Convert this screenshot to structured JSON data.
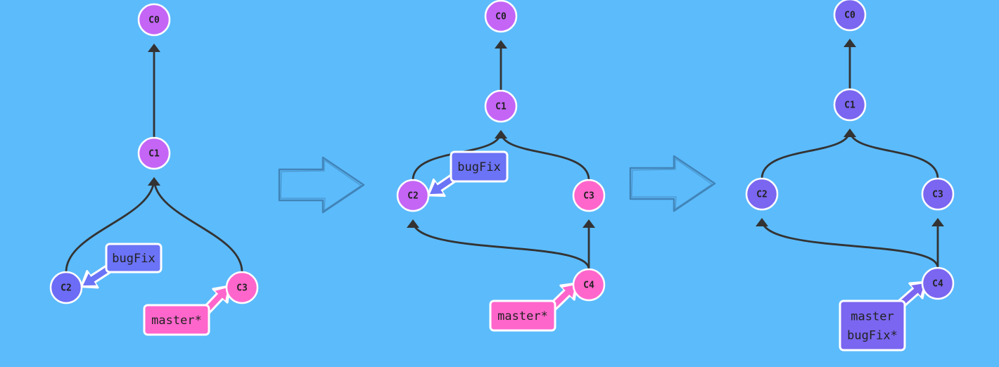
{
  "colors": {
    "background": "#5cbbfb",
    "edge": "#333333",
    "commit_purple": "#c465f6",
    "commit_blue": "#6c6cf6",
    "commit_pink": "#ff66cc",
    "merged_violet": "#7a66f0",
    "branch_blue": "#6b73f6",
    "branch_pink": "#ff66cc",
    "branch_violet": "#7a66f0",
    "arrow_outline": "#3c7aab"
  },
  "icons": [
    "right-arrow-outline-icon"
  ],
  "panels": [
    {
      "commits": [
        {
          "id": "C0",
          "color": "#c465f6"
        },
        {
          "id": "C1",
          "color": "#c465f6"
        },
        {
          "id": "C2",
          "color": "#6c6cf6"
        },
        {
          "id": "C3",
          "color": "#ff66cc"
        }
      ],
      "branches": [
        {
          "lines": [
            "bugFix"
          ],
          "color": "#6b73f6",
          "target": "C2"
        },
        {
          "lines": [
            "master*"
          ],
          "color": "#ff66cc",
          "target": "C3"
        }
      ]
    },
    {
      "commits": [
        {
          "id": "C0",
          "color": "#c465f6"
        },
        {
          "id": "C1",
          "color": "#c465f6"
        },
        {
          "id": "C2",
          "color": "#c465f6"
        },
        {
          "id": "C3",
          "color": "#ff66cc"
        },
        {
          "id": "C4",
          "color": "#ff66cc"
        }
      ],
      "branches": [
        {
          "lines": [
            "bugFix"
          ],
          "color": "#6b73f6",
          "target": "C2"
        },
        {
          "lines": [
            "master*"
          ],
          "color": "#ff66cc",
          "target": "C4"
        }
      ]
    },
    {
      "commits": [
        {
          "id": "C0",
          "color": "#7a66f0"
        },
        {
          "id": "C1",
          "color": "#7a66f0"
        },
        {
          "id": "C2",
          "color": "#7a66f0"
        },
        {
          "id": "C3",
          "color": "#7a66f0"
        },
        {
          "id": "C4",
          "color": "#7a66f0"
        }
      ],
      "branches": [
        {
          "lines": [
            "master",
            "bugFix*"
          ],
          "color": "#7a66f0",
          "target": "C4"
        }
      ]
    }
  ]
}
